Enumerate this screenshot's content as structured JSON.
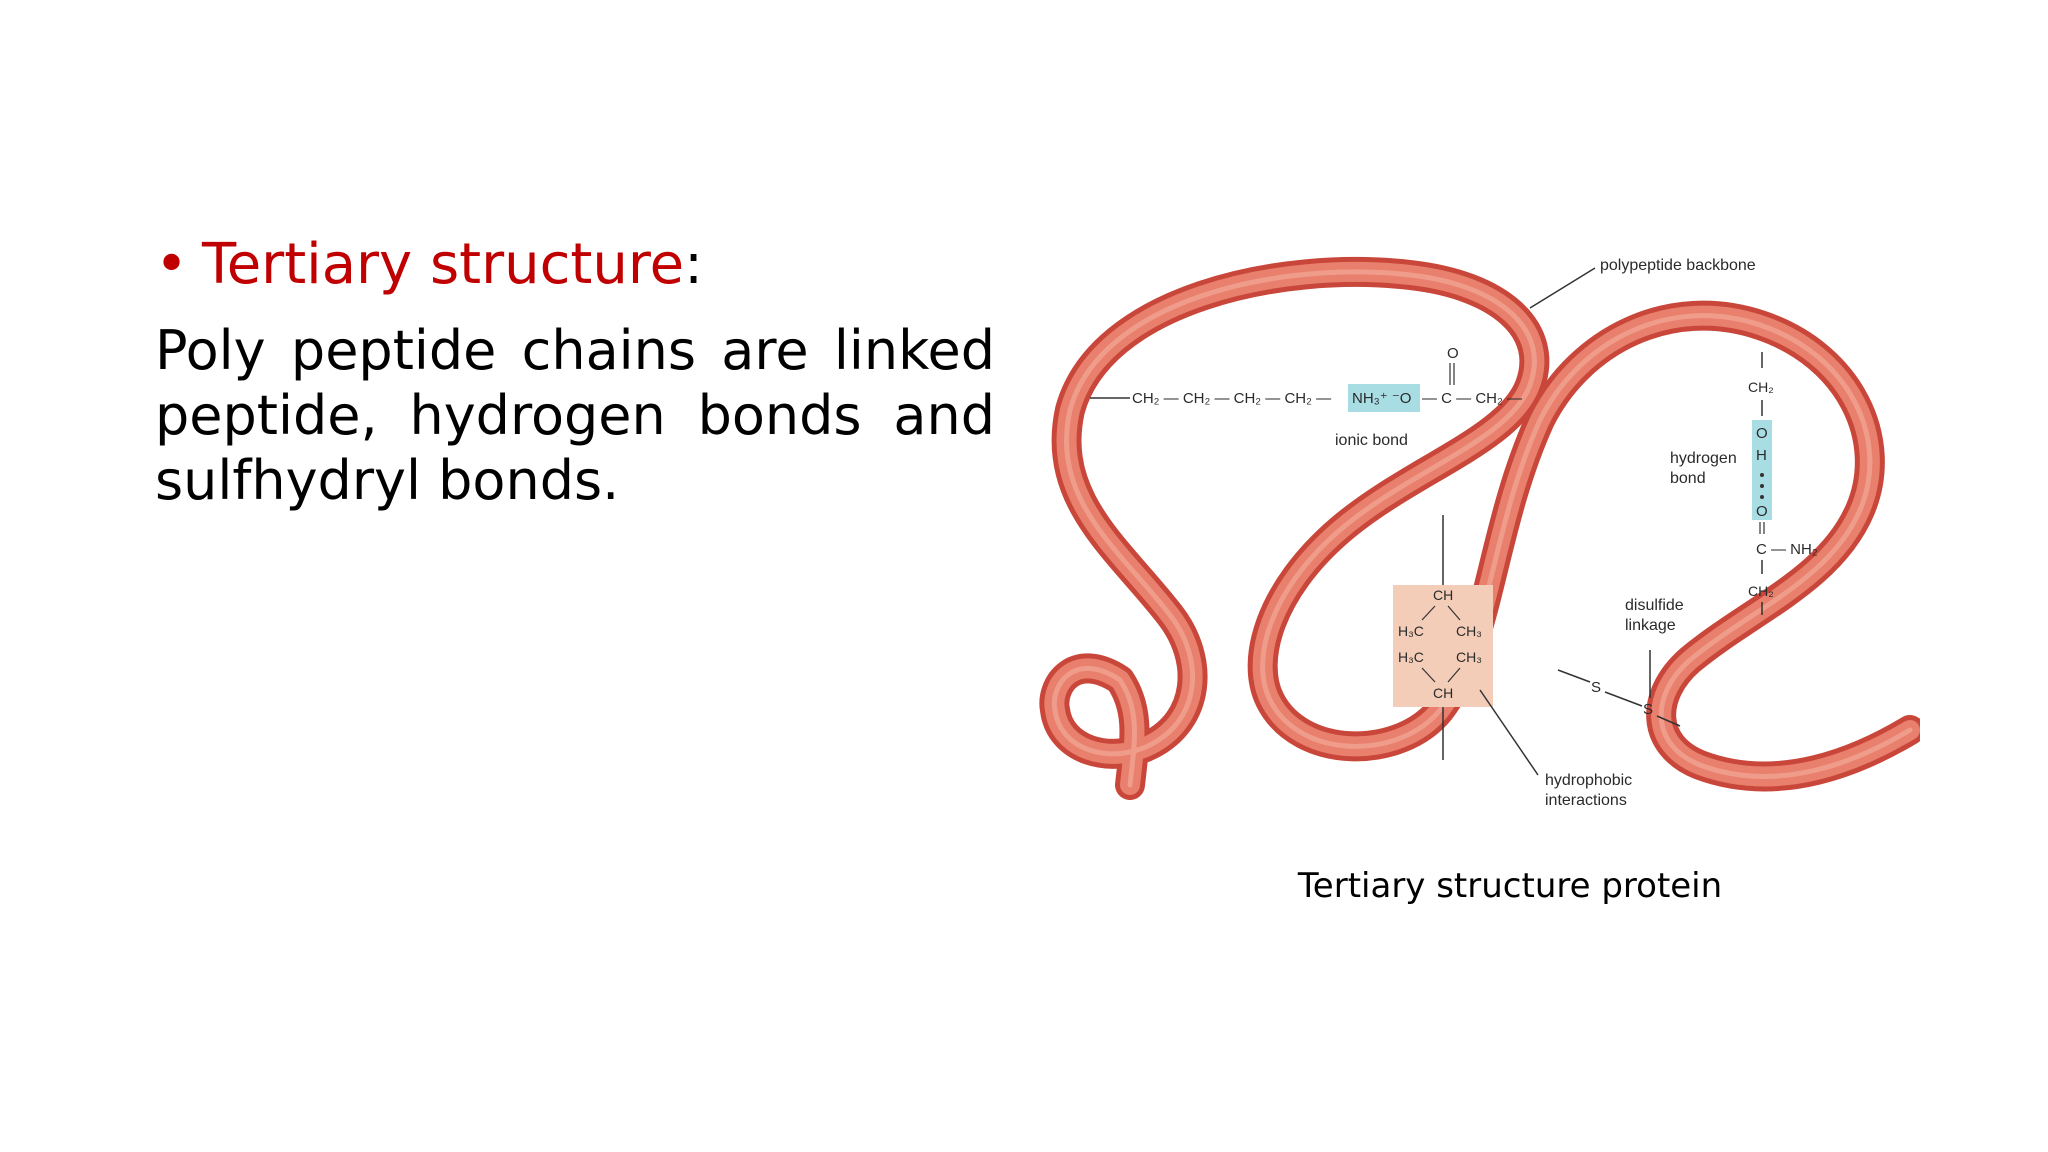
{
  "slide": {
    "bullet_symbol": "•",
    "bullet_term": "Tertiary structure",
    "bullet_suffix": ":",
    "body": "Poly peptide chains are linked peptide, hydrogen bonds and sulfhydryl bonds.",
    "caption": "Tertiary structure protein"
  },
  "figure": {
    "labels": {
      "polypeptide_backbone": "polypeptide backbone",
      "ionic_bond": "ionic bond",
      "hydrogen_bond_line1": "hydrogen",
      "hydrogen_bond_line2": "bond",
      "disulfide_line1": "disulfide",
      "disulfide_line2": "linkage",
      "hydrophobic_line1": "hydrophobic",
      "hydrophobic_line2": "interactions"
    },
    "colors": {
      "backbone_outer": "#c9473a",
      "backbone_inner": "#e8806d",
      "ionic_highlight": "#a8dde3",
      "hydrophobic_highlight": "#f3cdb8",
      "bullet_accent": "#c00000"
    }
  }
}
